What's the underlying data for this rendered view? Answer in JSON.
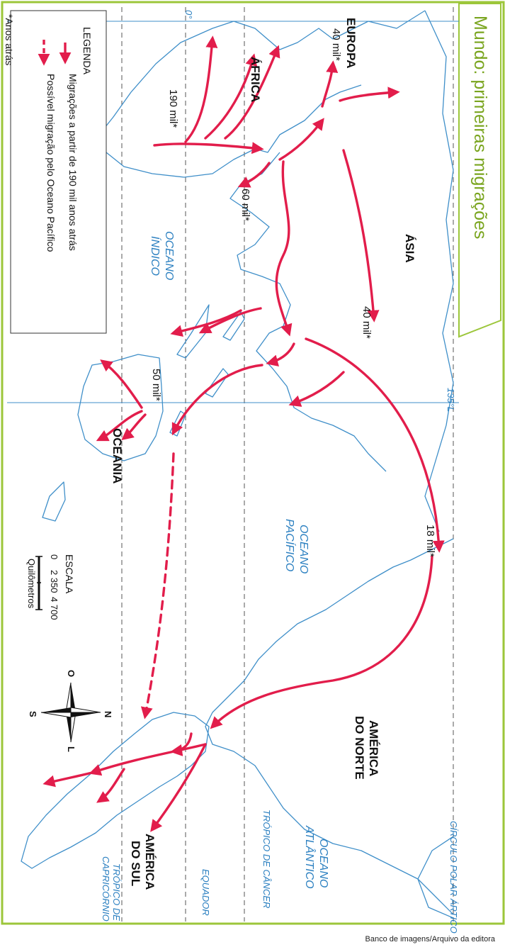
{
  "map": {
    "title": "Mundo: primeiras migrações",
    "credit": "Banco de imagens/Arquivo da editora",
    "colors": {
      "border": "#9cc63a",
      "title": "#7aa51f",
      "migration": "#e21d4b",
      "coast": "#3f8fc9",
      "ocean_label": "#2a7fc0",
      "land_label": "#111111"
    },
    "continents": {
      "africa": "ÁFRICA",
      "europa": "EUROPA",
      "asia": "ÁSIA",
      "oceania": "OCEANIA",
      "america_norte_1": "AMÉRICA",
      "america_norte_2": "DO NORTE",
      "america_sul_1": "AMÉRICA",
      "america_sul_2": "DO SUL"
    },
    "oceans": {
      "indico_1": "OCEANO",
      "indico_2": "ÍNDICO",
      "pacifico_1": "OCEANO",
      "pacifico_2": "PACÍFICO",
      "atlantico_1": "OCEANO",
      "atlantico_2": "ATLÂNTICO"
    },
    "reference_lines": {
      "meridian_0": "0°",
      "meridian_135": "135°L",
      "circulo_polar": "CÍRCULO POLAR ÁRTICO",
      "tropico_cancer": "TRÓPICO DE CÂNCER",
      "equador": "EQUADOR",
      "tropico_capricornio_1": "TRÓPICO DE",
      "tropico_capricornio_2": "CAPRICÓRNIO"
    },
    "dates": {
      "africa": "190 mil*",
      "europa": "40 mil*",
      "india": "60 mil*",
      "asia": "40 mil*",
      "australia": "50 mil*",
      "bering": "18 mil*"
    },
    "legend": {
      "title": "LEGENDA",
      "item_solid": "Migrações a partir de 190 mil anos atrás",
      "item_dashed": "Possível migração pelo Oceano Pacífico",
      "footnote": "*Anos atrás"
    },
    "scale": {
      "title": "ESCALA",
      "labels": [
        "0",
        "2 350",
        "4 700"
      ],
      "unit": "Quilômetros"
    },
    "compass": {
      "n": "N",
      "s": "S",
      "l": "L",
      "o": "O"
    }
  }
}
